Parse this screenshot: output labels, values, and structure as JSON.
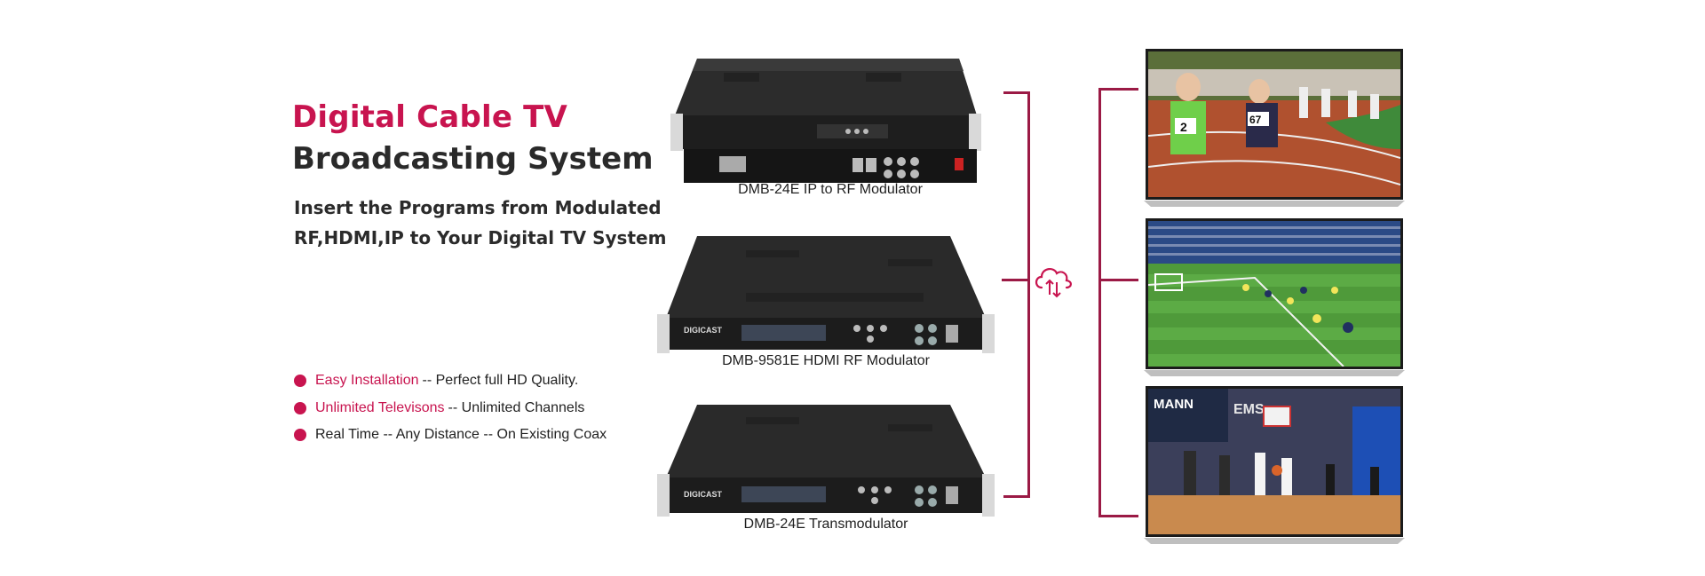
{
  "headline": {
    "line1": "Digital Cable TV",
    "line2": "Broadcasting System"
  },
  "subheadline": {
    "line1": "Insert the Programs from Modulated",
    "line2": "RF,HDMI,IP to Your Digital TV System"
  },
  "features": [
    {
      "highlight": "Easy Installation",
      "rest": "-- Perfect full HD Quality."
    },
    {
      "highlight": "Unlimited Televisons",
      "rest": "-- Unlimited Channels"
    },
    {
      "highlight": "",
      "rest": "Real Time -- Any Distance -- On Existing Coax"
    }
  ],
  "devices": [
    {
      "caption": "DMB-24E IP to RF Modulator"
    },
    {
      "caption": "DMB-9581E HDMI RF Modulator",
      "brand": "DIGICAST"
    },
    {
      "caption": "DMB-24E Transmodulator",
      "brand": "DIGICAST"
    }
  ],
  "screens": [
    {
      "scene": "track-race",
      "bibs": [
        "2",
        "67"
      ]
    },
    {
      "scene": "football-match"
    },
    {
      "scene": "basketball-game",
      "signs": [
        "MANN",
        "EMS"
      ]
    }
  ],
  "colors": {
    "accent": "#c8144f",
    "connector": "#9b1a45"
  },
  "icons": {
    "cloud": "cloud-sync-icon"
  }
}
